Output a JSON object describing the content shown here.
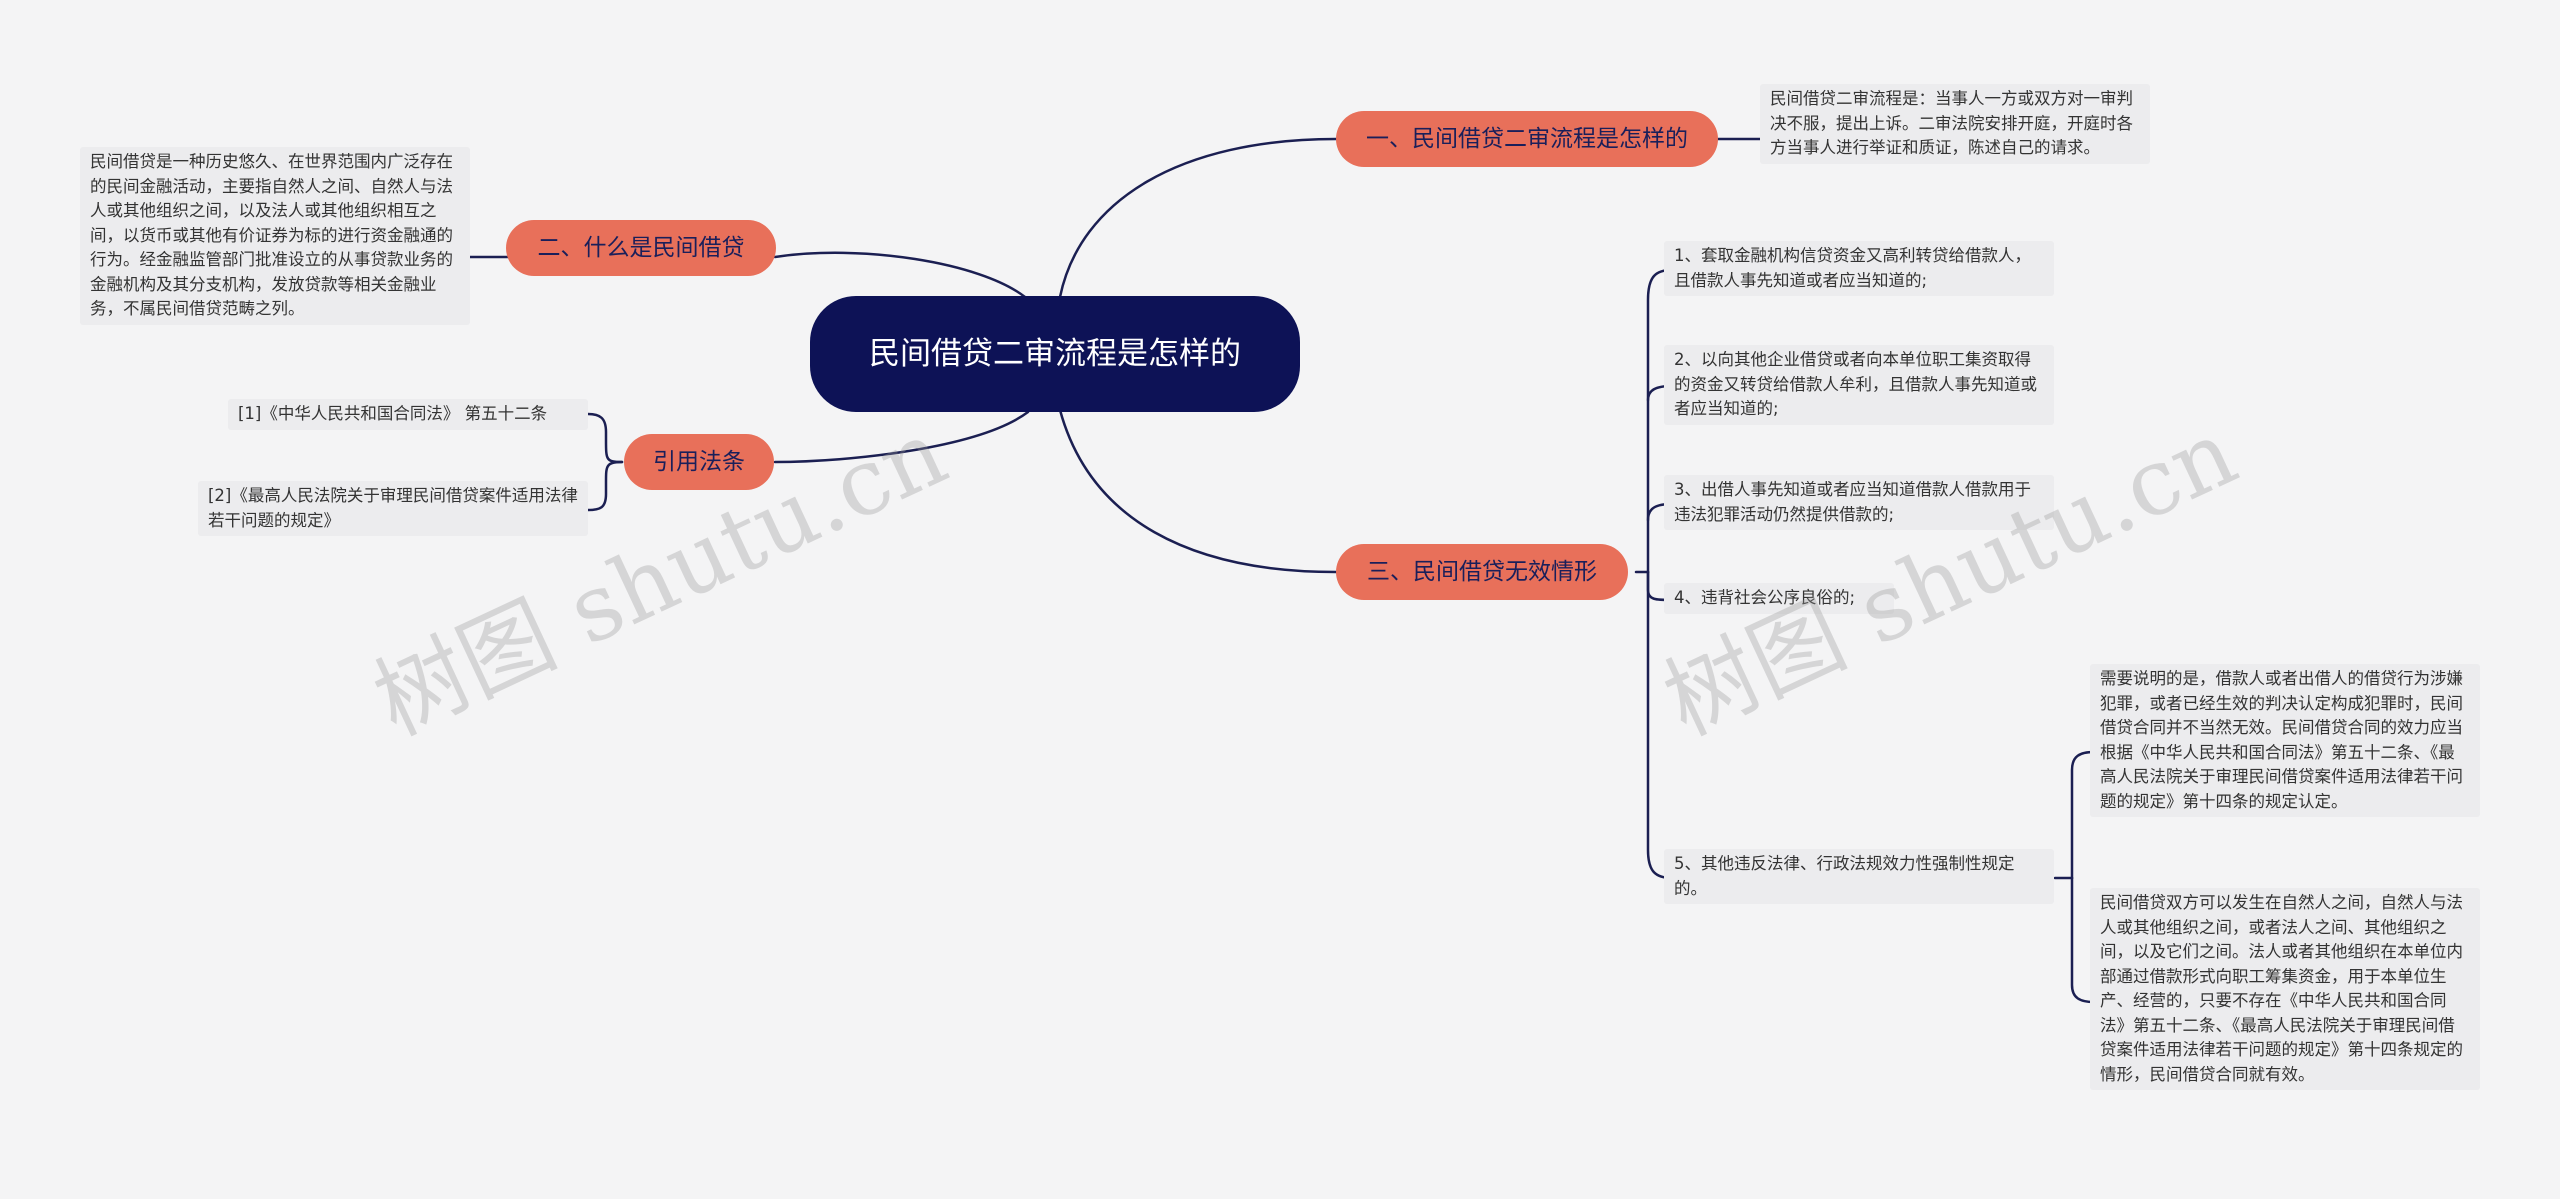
{
  "root": {
    "title": "民间借贷二审流程是怎样的"
  },
  "branches": {
    "b1": {
      "label": "一、民间借贷二审流程是怎样的"
    },
    "b2": {
      "label": "二、什么是民间借贷"
    },
    "b3": {
      "label": "三、民间借贷无效情形"
    },
    "b4": {
      "label": "引用法条"
    }
  },
  "leaves": {
    "b1_text": "民间借贷二审流程是：当事人一方或双方对一审判决不服，提出上诉。二审法院安排开庭，开庭时各方当事人进行举证和质证，陈述自己的请求。",
    "b2_text": "民间借贷是一种历史悠久、在世界范围内广泛存在的民间金融活动，主要指自然人之间、自然人与法人或其他组织之间，以及法人或其他组织相互之间，以货币或其他有价证券为标的进行资金融通的行为。经金融监管部门批准设立的从事贷款业务的金融机构及其分支机构，发放贷款等相关金融业务，不属民间借贷范畴之列。",
    "b3_items": [
      "1、套取金融机构信贷资金又高利转贷给借款人，且借款人事先知道或者应当知道的;",
      "2、以向其他企业借贷或者向本单位职工集资取得的资金又转贷给借款人牟利，且借款人事先知道或者应当知道的;",
      "3、出借人事先知道或者应当知道借款人借款用于违法犯罪活动仍然提供借款的;",
      "4、违背社会公序良俗的;",
      "5、其他违反法律、行政法规效力性强制性规定的。"
    ],
    "b3_sub": [
      "需要说明的是，借款人或者出借人的借贷行为涉嫌犯罪，或者已经生效的判决认定构成犯罪时，民间借贷合同并不当然无效。民间借贷合同的效力应当根据《中华人民共和国合同法》第五十二条、《最高人民法院关于审理民间借贷案件适用法律若干问题的规定》第十四条的规定认定。",
      "民间借贷双方可以发生在自然人之间，自然人与法人或其他组织之间，或者法人之间、其他组织之间，以及它们之间。法人或者其他组织在本单位内部通过借款形式向职工筹集资金，用于本单位生产、经营的，只要不存在《中华人民共和国合同法》第五十二条、《最高人民法院关于审理民间借贷案件适用法律若干问题的规定》第十四条规定的情形，民间借贷合同就有效。"
    ],
    "b4_items": [
      "[1]《中华人民共和国合同法》 第五十二条",
      "[2]《最高人民法院关于审理民间借贷案件适用法律若干问题的规定》"
    ]
  },
  "watermark": {
    "text": "树图 shutu.cn"
  },
  "colors": {
    "root": "#0d1256",
    "branch": "#e8705a",
    "line": "#1b1f52",
    "leaf_bg": "#ececee"
  }
}
